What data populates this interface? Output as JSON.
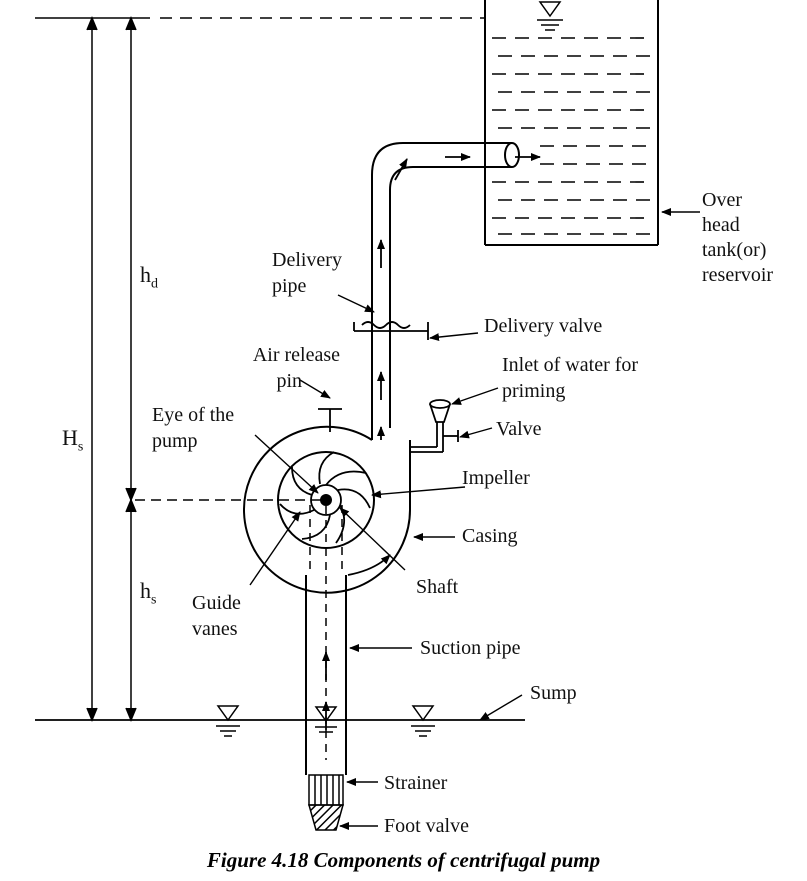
{
  "labels": {
    "overhead_tank": [
      "Over",
      "head",
      "tank(or)",
      "reservoir"
    ],
    "delivery_pipe": [
      "Delivery",
      "pipe"
    ],
    "delivery_valve": "Delivery valve",
    "air_release_pin": [
      "Air release",
      "pin"
    ],
    "inlet_priming": [
      "Inlet of water for",
      "priming"
    ],
    "eye_of_pump": [
      "Eye of the",
      "pump"
    ],
    "valve": "Valve",
    "impeller": "Impeller",
    "casing": "Casing",
    "shaft": "Shaft",
    "guide_vanes": [
      "Guide",
      "vanes"
    ],
    "suction_pipe": "Suction pipe",
    "sump": "Sump",
    "strainer": "Strainer",
    "foot_valve": "Foot valve"
  },
  "symbols": {
    "Hs": {
      "main": "H",
      "sub": "s"
    },
    "hd": {
      "main": "h",
      "sub": "d"
    },
    "hs": {
      "main": "h",
      "sub": "s"
    }
  },
  "caption": "Figure 4.18 Components of centrifugal pump"
}
